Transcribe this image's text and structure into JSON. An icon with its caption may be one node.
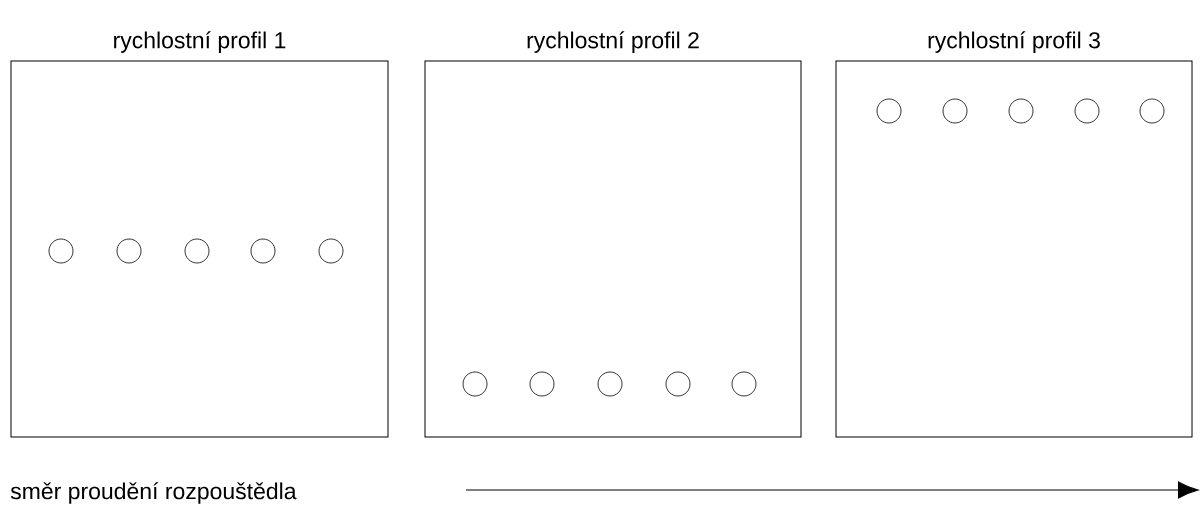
{
  "diagram": {
    "nodes": [
      {
        "text": [
          "rychlostní profil 1"
        ]
      },
      {
        "text": [],
        "shape": "circle",
        "in": 0
      },
      {
        "text": [],
        "shape": "circle",
        "in": 0
      },
      {
        "text": [],
        "shape": "circle",
        "in": 0
      },
      {
        "text": [],
        "shape": "circle",
        "in": 0
      },
      {
        "text": [],
        "shape": "circle",
        "in": 0
      },
      {
        "text": [
          "rychlostní profil 2"
        ]
      },
      {
        "text": [],
        "shape": "circle",
        "in": 6
      },
      {
        "text": [],
        "shape": "circle",
        "in": 6
      },
      {
        "text": [],
        "shape": "circle",
        "in": 6
      },
      {
        "text": [],
        "shape": "circle",
        "in": 6
      },
      {
        "text": [],
        "shape": "circle",
        "in": 6
      },
      {
        "text": [
          "rychlostní profil 3"
        ]
      },
      {
        "text": [],
        "shape": "circle",
        "in": 12
      },
      {
        "text": [],
        "shape": "circle",
        "in": 12
      },
      {
        "text": [],
        "shape": "circle",
        "in": 12
      },
      {
        "text": [],
        "shape": "circle",
        "in": 12
      },
      {
        "text": [],
        "shape": "circle",
        "in": 12
      }
    ],
    "labels": [
      "směr proudění rozpouštědla"
    ]
  }
}
